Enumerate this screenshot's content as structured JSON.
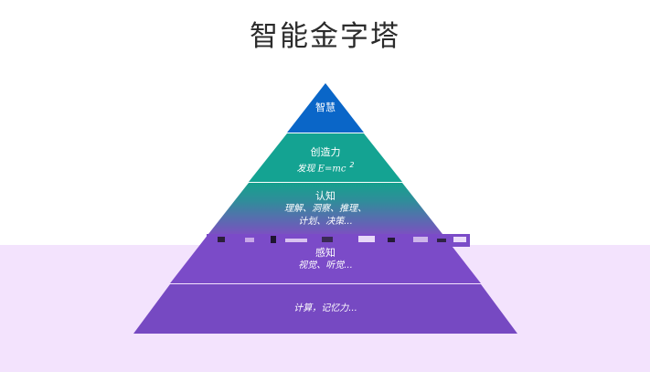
{
  "title": "智能金字塔",
  "levels": [
    {
      "label": "智慧",
      "color": "#0a66c8"
    },
    {
      "label": "创造力",
      "desc_prefix": "发现",
      "formula": "E=mc",
      "superscript": "2",
      "color": "#14a392"
    },
    {
      "label": "认知",
      "desc_line1": "理解、洞察、推理、",
      "desc_line2": "计划、决策...",
      "color_top": "#16a08d",
      "color_bottom": "#7a52c0"
    },
    {
      "label": "感知",
      "desc": "视觉、听觉...",
      "color": "#7b4bc8"
    },
    {
      "desc": "计算，记忆力...",
      "color": "#7649c2"
    }
  ],
  "background_band_color": "#f3e3fd"
}
